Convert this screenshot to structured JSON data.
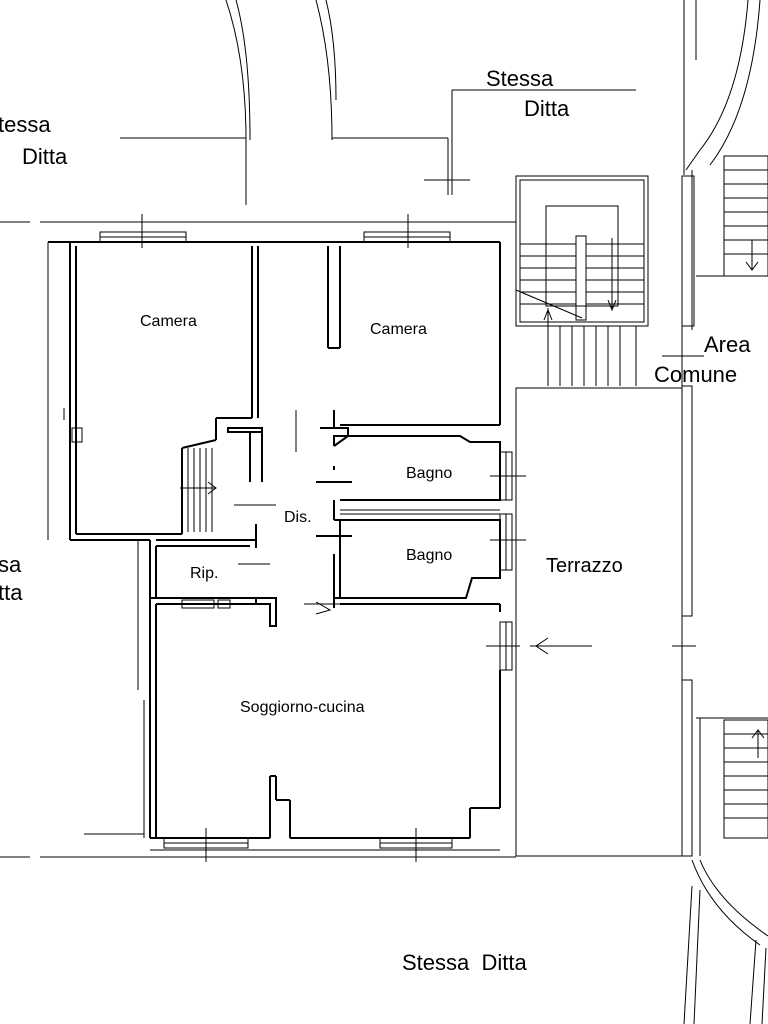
{
  "labels": {
    "stessa_ditta_top_left_1": "tessa",
    "stessa_ditta_top_left_2": "Ditta",
    "stessa_ditta_top_right_1": "Stessa",
    "stessa_ditta_top_right_2": "Ditta",
    "stessa_ditta_left_1": "sa",
    "stessa_ditta_left_2": "tta",
    "stessa_ditta_bottom": "Stessa  Ditta",
    "area_comune_1": "Area",
    "area_comune_2": "Comune"
  },
  "rooms": {
    "camera_1": "Camera",
    "camera_2": "Camera",
    "bagno_1": "Bagno",
    "bagno_2": "Bagno",
    "disimpegno": "Dis.",
    "ripostiglio": "Rip.",
    "soggiorno": "Soggiorno-cucina",
    "terrazzo": "Terrazzo"
  }
}
